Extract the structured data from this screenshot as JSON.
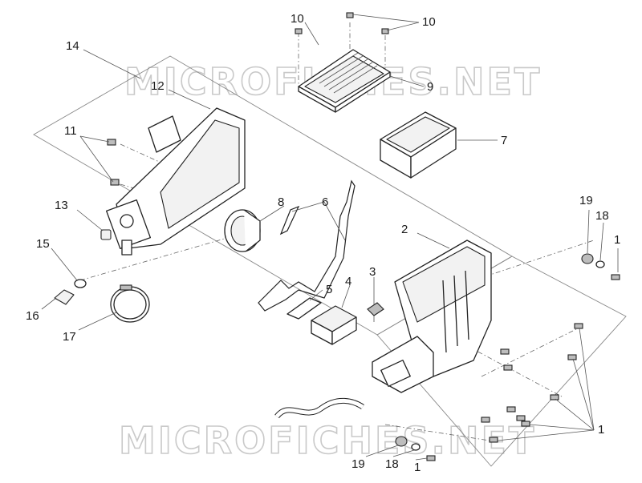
{
  "watermark": {
    "top_text": "MICROFICHES.NET",
    "bottom_text": "MICROFICHES.NET"
  },
  "callouts": {
    "c1_a": "1",
    "c1_b": "1",
    "c1_c": "1",
    "c2": "2",
    "c3": "3",
    "c4": "4",
    "c5": "5",
    "c6": "6",
    "c7": "7",
    "c8": "8",
    "c9": "9",
    "c10_a": "10",
    "c10_b": "10",
    "c11": "11",
    "c12": "12",
    "c13": "13",
    "c14": "14",
    "c15": "15",
    "c16": "16",
    "c17": "17",
    "c18_a": "18",
    "c18_b": "18",
    "c19_a": "19",
    "c19_b": "19"
  },
  "colors": {
    "line": "#222222",
    "watermark": "#c9c9c9",
    "frame": "#888888"
  }
}
